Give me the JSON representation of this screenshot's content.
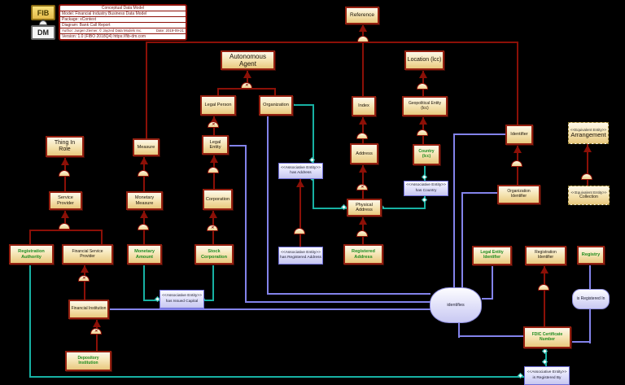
{
  "title_block": {
    "logo_top": "FIB",
    "logo_bottom": "DM",
    "header": "Conceptual Data Model",
    "model": "Model: Financial Industry Business Data Model",
    "package": "Package: xContext",
    "diagram": "Diagram: Bank Call Report",
    "author": "Author: Jurgen Ziemer, © Jayzed Data Models Inc.",
    "date": "Date: 2019-09-21",
    "version": "Version: 1.0 (FIBO 2018Q4) https://fib-dm.com"
  },
  "stereotypes": {
    "associative": "<<Associative Entity>>",
    "equivalent": "<<Equivalent Entity>>"
  },
  "colors": {
    "background": "#000000",
    "entity_fill": "#f6e6b8",
    "entity_border": "#942010",
    "highlight_text": "#1e8c1e",
    "subtype_line": "#8c1007",
    "association_line": "#17b1a3",
    "identifier_line": "#8383ea",
    "associative_fill": "#dedefa"
  },
  "entities": {
    "reference": {
      "label": "Reference"
    },
    "autonomous_agent": {
      "label": "Autonomous Agent"
    },
    "location": {
      "label": "Location (lcc)"
    },
    "legal_person": {
      "label": "Legal Person"
    },
    "organization": {
      "label": "Organization"
    },
    "index": {
      "label": "Index"
    },
    "geopolitical_entity": {
      "label": "Geopolitical Entity (lcc)"
    },
    "thing_in_role": {
      "label": "Thing In Role"
    },
    "measure": {
      "label": "Measure"
    },
    "legal_entity": {
      "label": "Legal Entity"
    },
    "identifier": {
      "label": "Identifier"
    },
    "arrangement": {
      "label": "Arrangement"
    },
    "address": {
      "label": "Address"
    },
    "country": {
      "label": "Country (lcc)"
    },
    "service_provider": {
      "label": "Service Provider"
    },
    "monetary_measure": {
      "label": "Monetary Measure"
    },
    "corporation": {
      "label": "Corporation"
    },
    "has_address": {
      "label": "has Address"
    },
    "has_country": {
      "label": "has Country"
    },
    "organization_identifier": {
      "label": "Organization Identifier"
    },
    "collection": {
      "label": "Collection"
    },
    "physical_address": {
      "label": "Physical Address"
    },
    "registration_authority": {
      "label": "Registration Authority"
    },
    "financial_service_provider": {
      "label": "Financial Service Provider"
    },
    "monetary_amount": {
      "label": "Monetary Amount"
    },
    "stock_corporation": {
      "label": "Stock Corporation"
    },
    "has_registered_address": {
      "label": "has Registered Address"
    },
    "registered_address": {
      "label": "Registered Address"
    },
    "legal_entity_identifier": {
      "label": "Legal Entity Identifier"
    },
    "registration_identifier": {
      "label": "Registration Identifier"
    },
    "registry": {
      "label": "Registry"
    },
    "has_issued_capital": {
      "label": "has Issued Capital"
    },
    "financial_institution": {
      "label": "Financial Institution"
    },
    "identifies": {
      "label": "identifies"
    },
    "is_registered_in": {
      "label": "is Registered In"
    },
    "fdic_certificate_number": {
      "label": "FDIC Certificate Number"
    },
    "depository_institution": {
      "label": "Depository Institution"
    },
    "is_registered_by": {
      "label": "is Registered By"
    }
  }
}
